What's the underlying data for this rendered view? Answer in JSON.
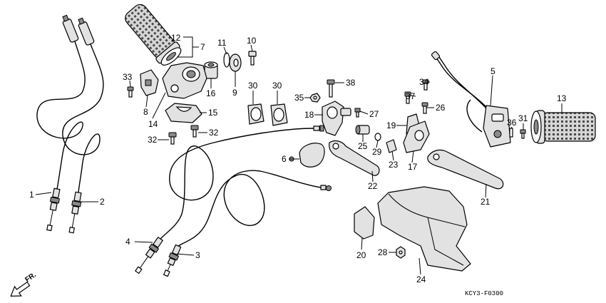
{
  "diagram": {
    "code": "KCY3-F0300",
    "direction_label": "FR."
  },
  "callouts": [
    "12",
    "7",
    "11",
    "10",
    "33",
    "16",
    "9",
    "30",
    "30",
    "38",
    "5",
    "34",
    "13",
    "35",
    "37",
    "8",
    "14",
    "15",
    "27",
    "18",
    "26",
    "31",
    "36",
    "19",
    "32",
    "32",
    "25",
    "29",
    "23",
    "17",
    "6",
    "22",
    "21",
    "1",
    "2",
    "4",
    "3",
    "20",
    "28",
    "24"
  ]
}
